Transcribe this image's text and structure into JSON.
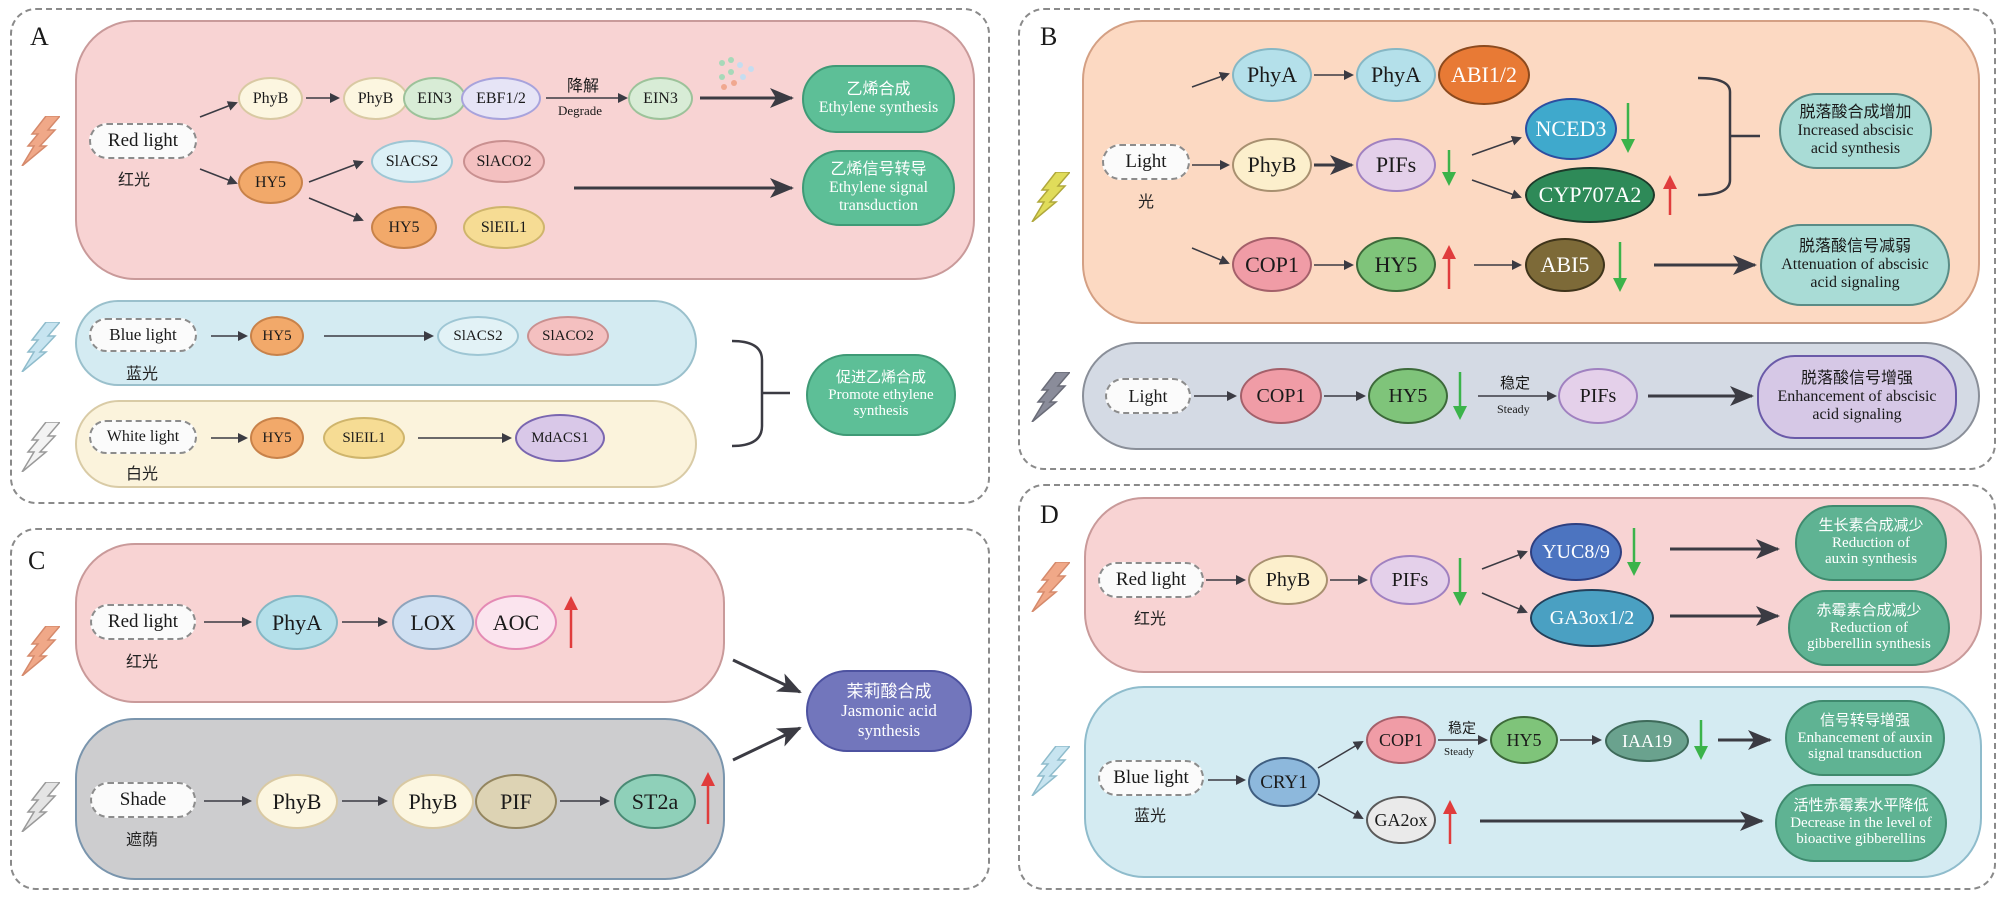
{
  "panels": {
    "A": {
      "letter": "A",
      "red": {
        "source": "Red light",
        "source_cn": "红光",
        "phyB": "PhyB",
        "complex": [
          "PhyB",
          "EIN3",
          "EBF1/2"
        ],
        "degrade_cn": "降解",
        "degrade_en": "Degrade",
        "ein3": "EIN3",
        "hy5": "HY5",
        "slacs2": "SlACS2",
        "slaco2": "SlACO2",
        "hy5b": "HY5",
        "sleil1": "SlEIL1",
        "out1_cn": "乙烯合成",
        "out1_en": "Ethylene synthesis",
        "out2_cn": "乙烯信号转导",
        "out2_en1": "Ethylene signal",
        "out2_en2": "transduction"
      },
      "blue": {
        "source": "Blue light",
        "source_cn": "蓝光",
        "hy5": "HY5",
        "slacs2": "SlACS2",
        "slaco2": "SlACO2"
      },
      "white": {
        "source": "White light",
        "source_cn": "白光",
        "hy5": "HY5",
        "sleil1": "SlEIL1",
        "mdacs1": "MdACS1"
      },
      "merge_out_cn": "促进乙烯合成",
      "merge_out_en1": "Promote ethylene",
      "merge_out_en2": "synthesis"
    },
    "B": {
      "letter": "B",
      "top": {
        "source": "Light",
        "source_cn": "光",
        "phyA": "PhyA",
        "phyA2": "PhyA",
        "abi12": "ABI1/2",
        "phyB": "PhyB",
        "pifs": "PIFs",
        "pifs_trend": "down",
        "nced3": "NCED3",
        "nced3_trend": "down",
        "cyp": "CYP707A2",
        "cyp_trend": "up",
        "cop1": "COP1",
        "hy5": "HY5",
        "hy5_trend": "up",
        "abi5": "ABI5",
        "abi5_trend": "down",
        "out1_cn": "脱落酸合成增加",
        "out1_en1": "Increased abscisic",
        "out1_en2": "acid synthesis",
        "out2_cn": "脱落酸信号减弱",
        "out2_en1": "Attenuation of abscisic",
        "out2_en2": "acid signaling"
      },
      "bottom": {
        "source": "Light",
        "cop1": "COP1",
        "hy5": "HY5",
        "hy5_trend": "down",
        "steady_cn": "稳定",
        "steady_en": "Steady",
        "pifs": "PIFs",
        "out_cn": "脱落酸信号增强",
        "out_en1": "Enhancement of abscisic",
        "out_en2": "acid signaling"
      }
    },
    "C": {
      "letter": "C",
      "red": {
        "source": "Red light",
        "source_cn": "红光",
        "phyA": "PhyA",
        "lox": "LOX",
        "aoc": "AOC",
        "trend": "up"
      },
      "shade": {
        "source": "Shade",
        "source_cn": "遮荫",
        "phyB": "PhyB",
        "phyB2": "PhyB",
        "pif": "PIF",
        "st2a": "ST2a",
        "trend": "up"
      },
      "out_cn": "茉莉酸合成",
      "out_en1": "Jasmonic acid",
      "out_en2": "synthesis"
    },
    "D": {
      "letter": "D",
      "red": {
        "source": "Red light",
        "source_cn": "红光",
        "phyB": "PhyB",
        "pifs": "PIFs",
        "pifs_trend": "down",
        "yuc": "YUC8/9",
        "yuc_trend": "down",
        "ga3ox": "GA3ox1/2",
        "out1_cn": "生长素合成减少",
        "out1_en1": "Reduction of",
        "out1_en2": "auxin synthesis",
        "out2_cn": "赤霉素合成减少",
        "out2_en1": "Reduction of",
        "out2_en2": "gibberellin synthesis"
      },
      "blue": {
        "source": "Blue light",
        "source_cn": "蓝光",
        "cry1": "CRY1",
        "cop1": "COP1",
        "steady_cn": "稳定",
        "steady_en": "Steady",
        "hy5": "HY5",
        "iaa19": "IAA19",
        "iaa19_trend": "down",
        "ga2ox": "GA2ox",
        "ga2ox_trend": "up",
        "out1_cn": "信号转导增强",
        "out1_en1": "Enhancement of auxin",
        "out1_en2": "signal transduction",
        "out2_cn": "活性赤霉素水平降低",
        "out2_en1": "Decrease in the level of",
        "out2_en2": "bioactive gibberellins"
      }
    }
  },
  "colors": {
    "up_arrow": "#e03c3c",
    "down_arrow": "#3bb34a",
    "bolt_red": "#f0a888",
    "bolt_blue": "#b7dcec",
    "bolt_white": "#e8e8e8",
    "bolt_yellow": "#e0dc5a",
    "bolt_gray": "#8a8c9a"
  }
}
